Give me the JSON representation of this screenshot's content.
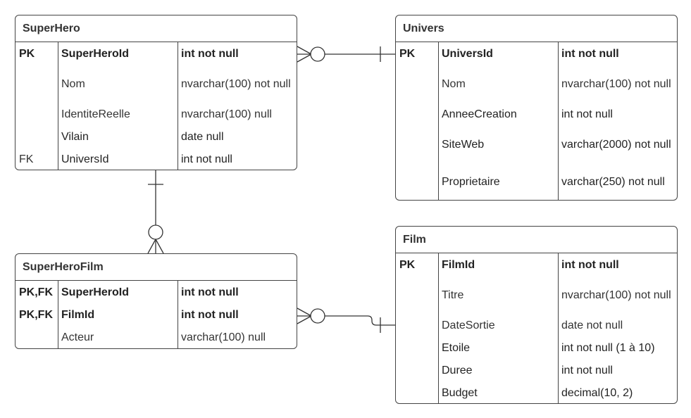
{
  "entities": {
    "superhero": {
      "title": "SuperHero",
      "rows": [
        {
          "key": "PK",
          "name": "SuperHeroId",
          "type": "int not null",
          "bold": true
        },
        {
          "key": "",
          "name": "Nom",
          "type": "nvarchar(100) not null",
          "bold": false
        },
        {
          "key": "",
          "name": "IdentiteReelle",
          "type": "nvarchar(100) null",
          "bold": false
        },
        {
          "key": "",
          "name": "Vilain",
          "type": "date null",
          "bold": false
        },
        {
          "key": "FK",
          "name": "UniversId",
          "type": "int not null",
          "bold": false
        }
      ]
    },
    "univers": {
      "title": "Univers",
      "rows": [
        {
          "key": "PK",
          "name": "UniversId",
          "type": "int not null",
          "bold": true
        },
        {
          "key": "",
          "name": "Nom",
          "type": "nvarchar(100) not null",
          "bold": false
        },
        {
          "key": "",
          "name": "AnneeCreation",
          "type": "int not null",
          "bold": false
        },
        {
          "key": "",
          "name": "SiteWeb",
          "type": "varchar(2000) not null",
          "bold": false
        },
        {
          "key": "",
          "name": "Proprietaire",
          "type": "varchar(250) not null",
          "bold": false
        }
      ]
    },
    "superherofilm": {
      "title": "SuperHeroFilm",
      "rows": [
        {
          "key": "PK,FK",
          "name": "SuperHeroId",
          "type": "int not null",
          "bold": true
        },
        {
          "key": "PK,FK",
          "name": "FilmId",
          "type": "int not null",
          "bold": true
        },
        {
          "key": "",
          "name": "Acteur",
          "type": "varchar(100) null",
          "bold": false
        }
      ]
    },
    "film": {
      "title": "Film",
      "rows": [
        {
          "key": "PK",
          "name": "FilmId",
          "type": "int not null",
          "bold": true
        },
        {
          "key": "",
          "name": "Titre",
          "type": "nvarchar(100) not null",
          "bold": false
        },
        {
          "key": "",
          "name": "DateSortie",
          "type": "date not null",
          "bold": false
        },
        {
          "key": "",
          "name": "Etoile",
          "type": "int not null (1 à 10)",
          "bold": false
        },
        {
          "key": "",
          "name": "Duree",
          "type": "int not null",
          "bold": false
        },
        {
          "key": "",
          "name": "Budget",
          "type": "decimal(10, 2)",
          "bold": false
        }
      ]
    }
  }
}
